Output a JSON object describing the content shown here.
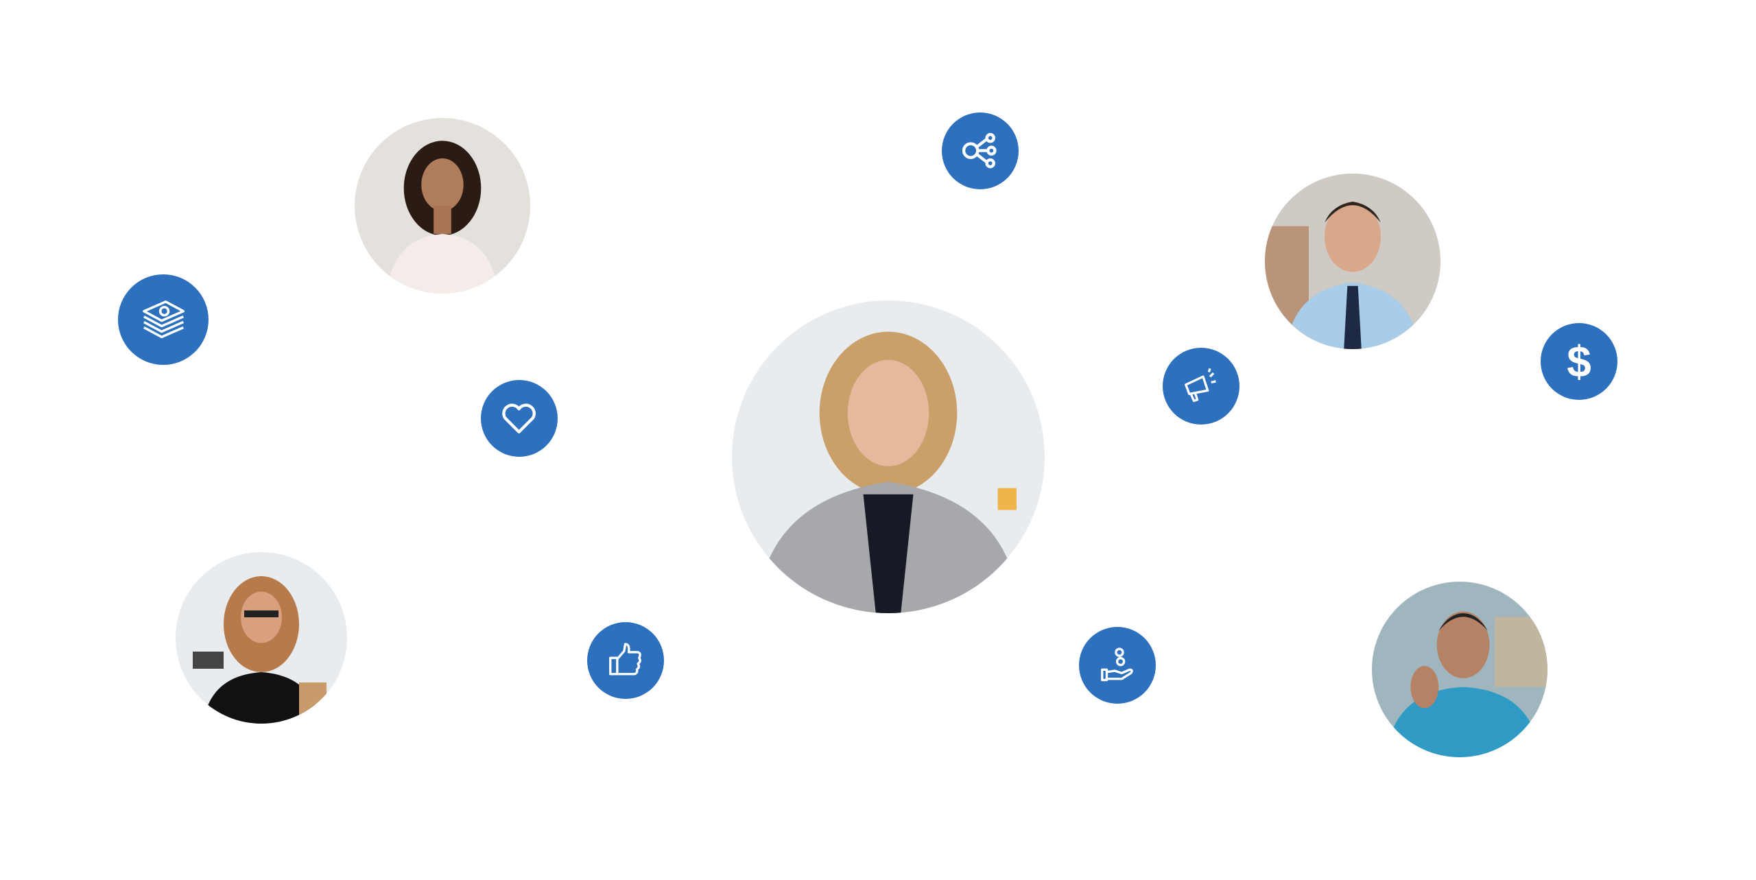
{
  "accent_color": "#2d70bd",
  "icons": [
    {
      "name": "share-icon"
    },
    {
      "name": "money-stack-icon"
    },
    {
      "name": "heart-icon"
    },
    {
      "name": "megaphone-icon"
    },
    {
      "name": "dollar-icon",
      "glyph": "$"
    },
    {
      "name": "thumbs-up-icon"
    },
    {
      "name": "hand-coins-icon"
    }
  ],
  "avatars": [
    {
      "name": "avatar-curly-hair-woman"
    },
    {
      "name": "avatar-man-tie"
    },
    {
      "name": "avatar-central-woman"
    },
    {
      "name": "avatar-glasses-woman"
    },
    {
      "name": "avatar-man-polo"
    }
  ]
}
